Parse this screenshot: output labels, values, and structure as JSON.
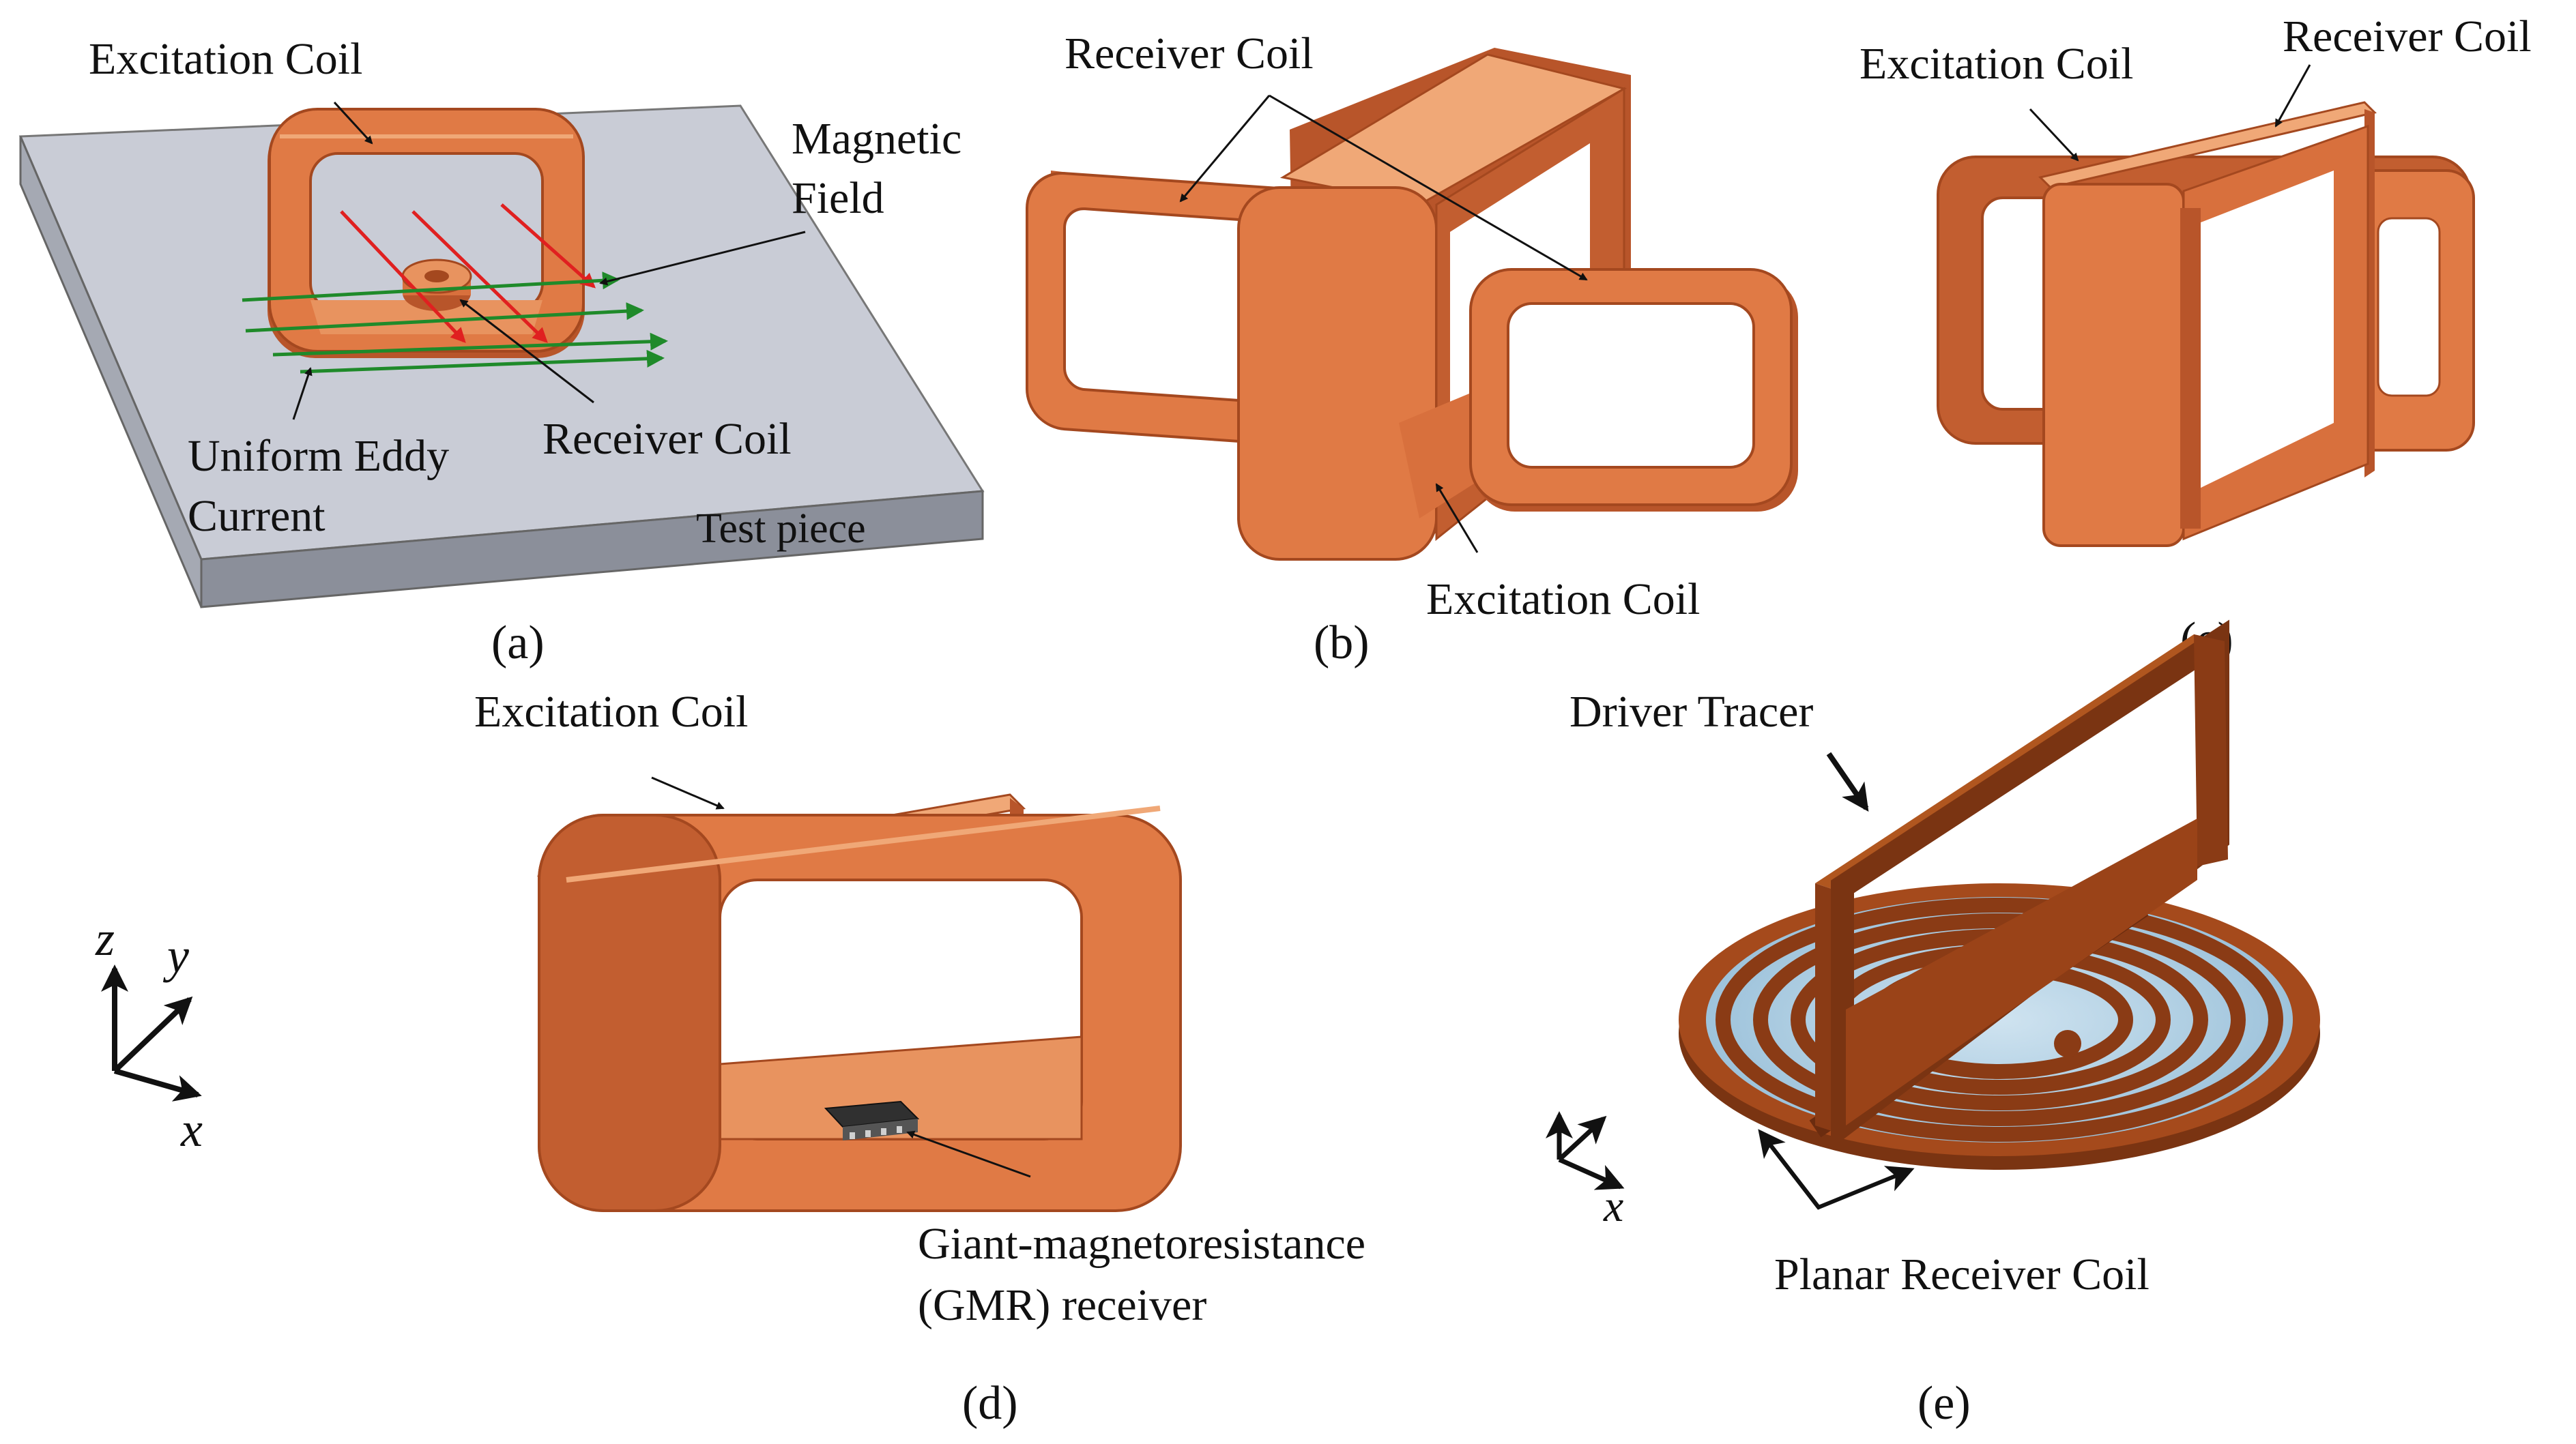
{
  "panel_a": {
    "caption": "(a)",
    "excitation_coil": "Excitation Coil",
    "magnetic_field_line1": "Magnetic",
    "magnetic_field_line2": "Field",
    "uniform_eddy_line1": "Uniform Eddy",
    "uniform_eddy_line2": "Current",
    "receiver_coil": "Receiver Coil",
    "test_piece": "Test piece"
  },
  "panel_b": {
    "caption": "(b)",
    "receiver_coil": "Receiver Coil",
    "excitation_coil": "Excitation Coil"
  },
  "panel_c": {
    "caption": "(c)",
    "excitation_coil": "Excitation Coil",
    "receiver_coil": "Receiver Coil"
  },
  "panel_d": {
    "caption": "(d)",
    "excitation_coil": "Excitation Coil",
    "gmr_line1": "Giant-magnetoresistance",
    "gmr_line2": "(GMR) receiver"
  },
  "panel_e": {
    "caption": "(e)",
    "driver_tracer": "Driver  Tracer",
    "planar_receiver": "Planar Receiver Coil"
  },
  "axes_left": {
    "z": "z",
    "y": "y",
    "x": "x"
  },
  "axes_right": {
    "x": "x"
  },
  "colors": {
    "coil_face": "#e07a45",
    "coil_light": "#f0a877",
    "coil_dark": "#b8552a",
    "planar_dark": "#7a3412",
    "plate_top": "#c9ccd6",
    "plate_side": "#8b8f9a",
    "field_red": "#e02020",
    "eddy_green": "#1f8a2a"
  }
}
